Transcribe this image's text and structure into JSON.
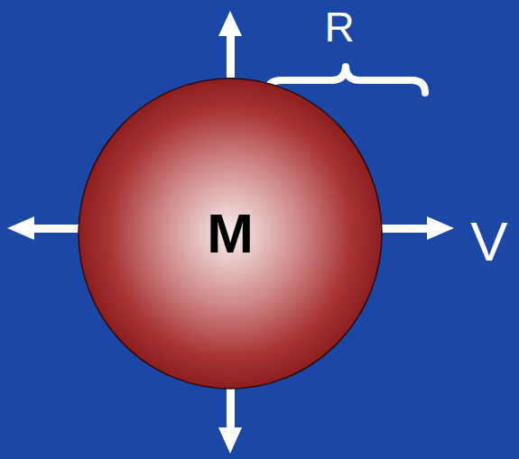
{
  "diagram": {
    "nodes": [
      {
        "text": [
          "M"
        ]
      }
    ],
    "labels": [
      "R",
      "V"
    ]
  }
}
